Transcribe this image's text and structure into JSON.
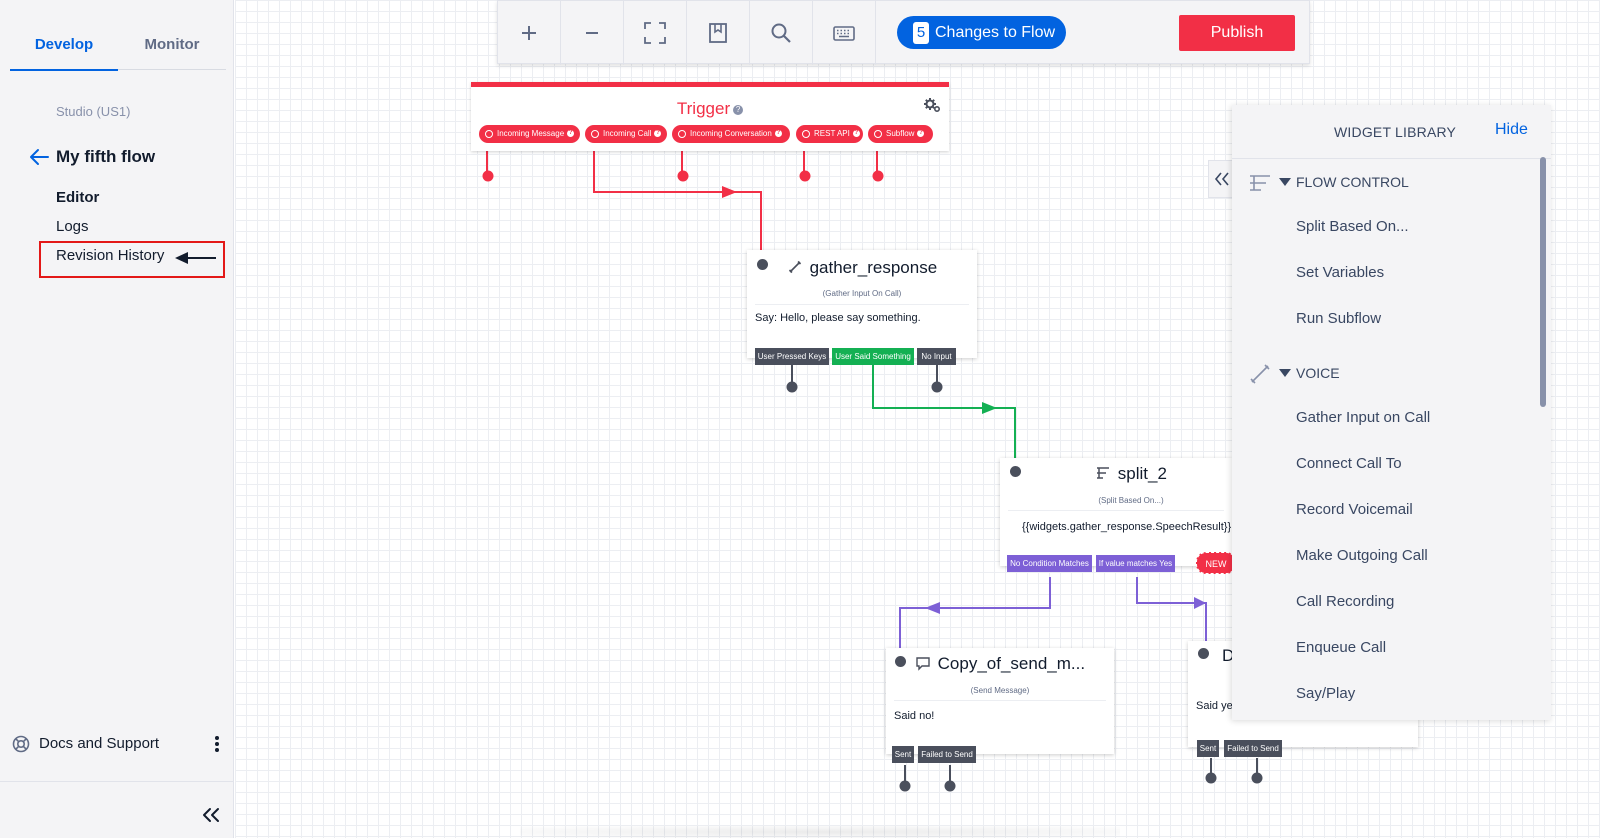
{
  "sidebar": {
    "tabs": [
      {
        "label": "Develop",
        "active": true
      },
      {
        "label": "Monitor",
        "active": false
      }
    ],
    "account": "Studio (US1)",
    "flow_name": "My fifth flow",
    "nav": [
      "Editor",
      "Logs",
      "Revision History"
    ],
    "docs_label": "Docs and Support"
  },
  "toolbar": {
    "icons": [
      "zoom-in-icon",
      "zoom-out-icon",
      "fit-screen-icon",
      "bookmark-icon",
      "search-icon",
      "keyboard-icon"
    ],
    "changes_count": "5",
    "changes_label": "Changes to Flow",
    "publish_label": "Publish"
  },
  "trigger": {
    "title": "Trigger",
    "events": [
      "Incoming Message",
      "Incoming Call",
      "Incoming Conversation",
      "REST API",
      "Subflow"
    ]
  },
  "nodes": {
    "gather": {
      "title": "gather_response",
      "subtitle": "(Gather Input On Call)",
      "body": "Say: Hello, please say something.",
      "transitions": [
        "User Pressed Keys",
        "User Said Something",
        "No Input"
      ]
    },
    "split": {
      "title": "split_2",
      "subtitle": "(Split Based On...)",
      "body": "{{widgets.gather_response.SpeechResult}}",
      "transitions": [
        "No Condition Matches",
        "If value matches Yes",
        "NEW"
      ]
    },
    "copy_send": {
      "title": "Copy_of_send_m...",
      "subtitle": "(Send Message)",
      "body": "Said no!",
      "transitions": [
        "Sent",
        "Failed to Send"
      ]
    },
    "send": {
      "title": "D",
      "body": "Said ye",
      "transitions": [
        "Sent",
        "Failed to Send"
      ]
    }
  },
  "library": {
    "title": "WIDGET LIBRARY",
    "hide_label": "Hide",
    "categories": [
      {
        "label": "FLOW CONTROL",
        "items": [
          "Split Based On...",
          "Set Variables",
          "Run Subflow"
        ]
      },
      {
        "label": "VOICE",
        "items": [
          "Gather Input on Call",
          "Connect Call To",
          "Record Voicemail",
          "Make Outgoing Call",
          "Call Recording",
          "Enqueue Call",
          "Say/Play"
        ]
      }
    ]
  },
  "colors": {
    "accent_blue": "#0263e0",
    "brand_red": "#f22f46",
    "success_green": "#14b053",
    "split_purple": "#7d60d6",
    "annotation_red": "#e31818"
  }
}
